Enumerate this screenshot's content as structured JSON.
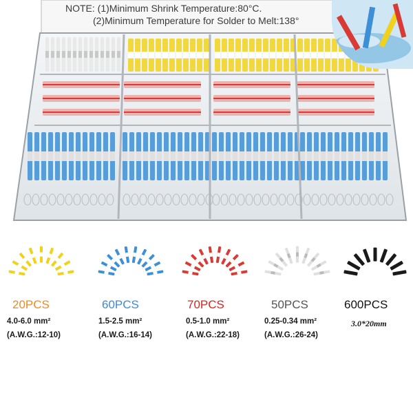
{
  "note": {
    "line1": "NOTE: (1)Minimum Shrink Temperature:80°C.",
    "line2": "(2)Minimum Temperature for Solder to Melt:138°"
  },
  "colors": {
    "yellow": "#f0d21c",
    "blue": "#3d8fd6",
    "red": "#d83a34",
    "clear": "#e6e6e6",
    "black": "#1a1a1a"
  },
  "variants": [
    {
      "count": "20PCS",
      "color": "#f08a1c",
      "size": "4.0-6.0 mm²",
      "awg": "(A.W.G.:12-10)",
      "icon": "yellow-connector-icon"
    },
    {
      "count": "60PCS",
      "color": "#3d8ad6",
      "size": "1.5-2.5 mm²",
      "awg": "(A.W.G.:16-14)",
      "icon": "blue-connector-icon"
    },
    {
      "count": "70PCS",
      "color": "#d8261e",
      "size": "0.5-1.0 mm²",
      "awg": "(A.W.G.:22-18)",
      "icon": "red-connector-icon"
    },
    {
      "count": "50PCS",
      "color": "#555555",
      "size": "0.25-0.34 mm²",
      "awg": "(A.W.G.:26-24)",
      "icon": "clear-connector-icon"
    },
    {
      "count": "600PCS",
      "color": "#111111",
      "size": "3.0*20mm",
      "awg": "",
      "icon": "black-heatshrink-icon"
    }
  ]
}
